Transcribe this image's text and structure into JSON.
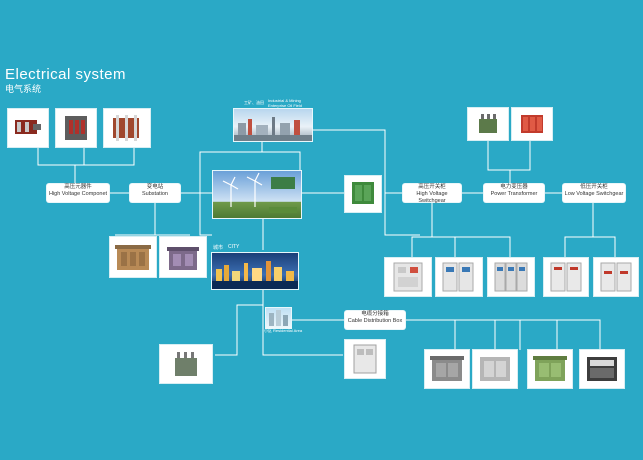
{
  "header": {
    "title": "Electrical system",
    "subtitle": "电气系统"
  },
  "nodes": {
    "high_voltage": {
      "cn": "高压元器件",
      "en": "High Voltage Componet"
    },
    "substation": {
      "cn": "变电站",
      "en": "Substation"
    },
    "hv_switchgear": {
      "cn": "高压开关柜",
      "en": "High Voltage Switchgear"
    },
    "transformer": {
      "cn": "电力变压器",
      "en": "Power Transformer"
    },
    "lv_switchgear": {
      "cn": "低压开关柜",
      "en": "Low Voltage Switchgear"
    },
    "cable_box": {
      "cn": "电缆分接箱",
      "en": "Cable Distribution Box"
    }
  },
  "photos": {
    "industry_cn": "工矿、油田",
    "industry_en": "Industrial & Mining Enterprise Oil Field",
    "city_cn": "城市",
    "city_en": "CITY",
    "residential_cn": "小区",
    "residential_en": "Residential Area"
  },
  "colors": {
    "background": "#2aa9c6",
    "line": "#ffffff",
    "box": "#ffffff"
  }
}
